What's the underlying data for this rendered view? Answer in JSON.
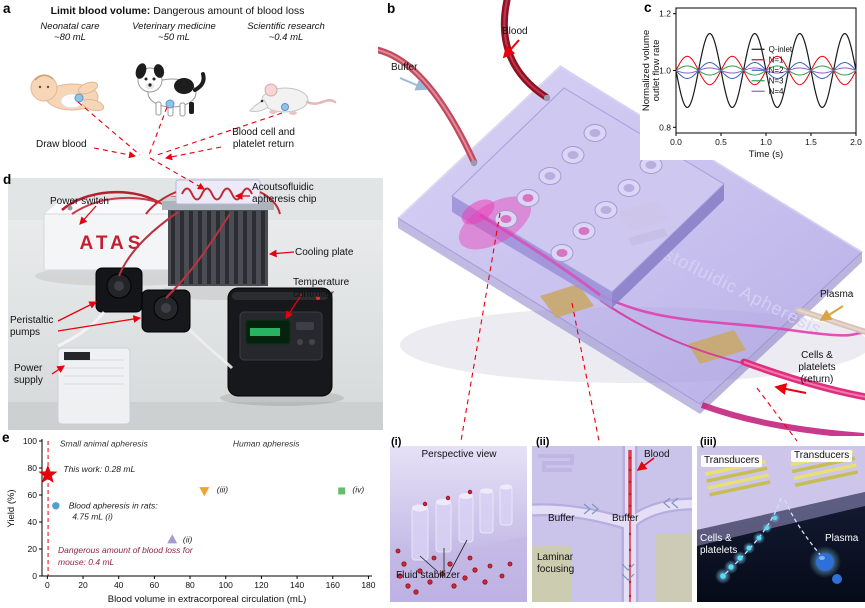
{
  "panel_a": {
    "label": "a",
    "title_bold": "Limit blood volume:",
    "title_rest": " Dangerous amount of blood loss",
    "items": [
      {
        "name": "Neonatal care",
        "amount": "~80 mL"
      },
      {
        "name": "Veterinary medicine",
        "amount": "~50 mL"
      },
      {
        "name": "Scientific research",
        "amount": "~0.4 mL"
      }
    ],
    "draw_blood": "Draw blood",
    "return_line1": "Blood cell and",
    "return_line2": "platelet return"
  },
  "panel_b": {
    "label": "b",
    "buffer": "Buffer",
    "blood": "Blood",
    "plasma": "Plasma",
    "cells_line1": "Cells &",
    "cells_line2": "platelets",
    "cells_line3": "(return)",
    "watermark": "Acoustofluidic Apheresis"
  },
  "panel_c": {
    "label": "c"
  },
  "panel_d": {
    "label": "d",
    "power_switch": "Power switch",
    "chip_line1": "Acoutsofluidic",
    "chip_line2": "apheresis chip",
    "cooling_plate": "Cooling plate",
    "temp_line1": "Temperature",
    "temp_line2": "controller",
    "pumps_line1": "Peristaltic",
    "pumps_line2": "pumps",
    "power_line1": "Power",
    "power_line2": "supply",
    "device_text": "ATAS"
  },
  "panel_e": {
    "label": "e"
  },
  "inset_i": {
    "label": "(i)",
    "title": "Perspective view",
    "caption": "Fluid stabilizer"
  },
  "inset_ii": {
    "label": "(ii)",
    "blood": "Blood",
    "buffer_left": "Buffer",
    "buffer_right": "Buffer",
    "caption_line1": "Laminar",
    "caption_line2": "focusing"
  },
  "inset_iii": {
    "label": "(iii)",
    "transducer_left": "Transducers",
    "transducer_right": "Transducers",
    "cells_line1": "Cells &",
    "cells_line2": "platelets",
    "plasma": "Plasma"
  },
  "colors": {
    "annotation_red": "#e8000d",
    "chip_purple": "#b9aee6",
    "channel_magenta": "#e23fb0"
  },
  "chart_data": [
    {
      "id": "flow-chart",
      "type": "line",
      "title": "",
      "xlabel": "Time (s)",
      "ylabel_lines": [
        "Normalized volume",
        "outlet flow rate"
      ],
      "xlim": [
        0,
        2
      ],
      "ylim": [
        0.78,
        1.22
      ],
      "xticks": [
        0,
        0.5,
        1,
        1.5,
        2
      ],
      "xtick_labels": [
        "0.0",
        "0.5",
        "1.0",
        "1.5",
        "2.0"
      ],
      "yticks": [
        0.8,
        1.0,
        1.2
      ],
      "ytick_labels": [
        "0.8",
        "1.0",
        "1.2"
      ],
      "grid": false,
      "frame": true,
      "legend": {
        "x": 0.42,
        "y": 0.33
      },
      "series": [
        {
          "name": "Q-inlet",
          "color": "#1a1a1a",
          "mean": 1.0,
          "amplitude": 0.13,
          "period": 0.5,
          "phase_deg": 180,
          "width": 1.2
        },
        {
          "name": "N=1",
          "color": "#e8000d",
          "mean": 1.0,
          "amplitude": 0.05,
          "period": 0.5,
          "phase_deg": 0,
          "width": 1
        },
        {
          "name": "N=2",
          "color": "#3a62b8",
          "mean": 1.0,
          "amplitude": 0.028,
          "period": 0.5,
          "phase_deg": 180,
          "width": 1
        },
        {
          "name": "N=3",
          "color": "#2f9e4e",
          "mean": 1.0,
          "amplitude": 0.016,
          "period": 0.5,
          "phase_deg": 0,
          "width": 1
        },
        {
          "name": "N=4",
          "color": "#8a5fc8",
          "mean": 1.0,
          "amplitude": 0.009,
          "period": 0.5,
          "phase_deg": 180,
          "width": 1
        }
      ]
    },
    {
      "id": "yield-chart",
      "type": "scatter",
      "xlabel": "Blood volume in extracorporeal circulation (mL)",
      "ylabel": "Yield (%)",
      "xlim": [
        -3,
        182
      ],
      "ylim": [
        0,
        100
      ],
      "xticks": [
        0,
        20,
        40,
        60,
        80,
        100,
        120,
        140,
        160,
        180
      ],
      "yticks": [
        0,
        20,
        40,
        60,
        80,
        100
      ],
      "grid": false,
      "points": [
        {
          "x": 0.28,
          "y": 75,
          "marker": "star",
          "color": "#e8000d",
          "size": 10
        },
        {
          "x": 4.75,
          "y": 52,
          "marker": "circle",
          "color": "#55a0c8",
          "size": 6
        },
        {
          "x": 70,
          "y": 27,
          "marker": "triangle-up",
          "color": "#a79bd2",
          "size": 7
        },
        {
          "x": 88,
          "y": 63,
          "marker": "triangle-down",
          "color": "#f0a22e",
          "size": 7
        },
        {
          "x": 165,
          "y": 63,
          "marker": "square",
          "color": "#63bd6a",
          "size": 6
        }
      ],
      "vline": {
        "x": 0.4,
        "color": "#e8000d",
        "style": "dashed"
      },
      "annotations": [
        {
          "text": "Small animal apheresis",
          "x": 7,
          "y": 96,
          "color": "#333333"
        },
        {
          "text": "Human apheresis",
          "x": 104,
          "y": 96,
          "color": "#333333"
        },
        {
          "text": "This work: 0.28 mL",
          "x": 9,
          "y": 77,
          "color": "#222222"
        },
        {
          "text": "Blood apheresis in rats:",
          "x": 12,
          "y": 50,
          "color": "#222222"
        },
        {
          "text": "4.75 mL (i)",
          "x": 14,
          "y": 42,
          "color": "#222222"
        },
        {
          "text": "(ii)",
          "x": 76,
          "y": 25,
          "color": "#222222"
        },
        {
          "text": "(iii)",
          "x": 95,
          "y": 62,
          "color": "#222222"
        },
        {
          "text": "(iv)",
          "x": 171,
          "y": 62,
          "color": "#222222"
        },
        {
          "text": "Dangerous amount of blood loss for",
          "x": 6,
          "y": 17,
          "color": "#8d2440"
        },
        {
          "text": "mouse:  0.4 mL",
          "x": 6,
          "y": 8,
          "color": "#8d2440"
        }
      ]
    }
  ]
}
